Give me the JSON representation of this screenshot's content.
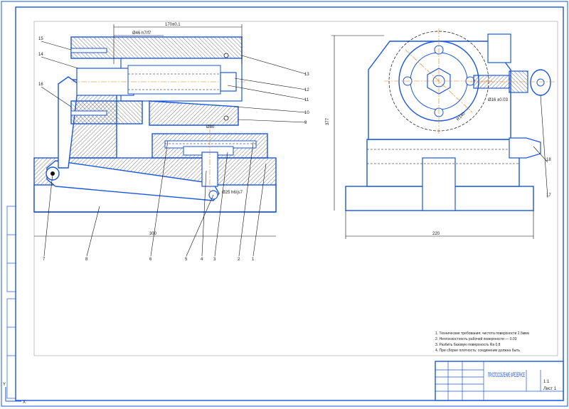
{
  "dimensions": {
    "top_overall": "170±0.1",
    "top_inner": "Ø46 h7/f7",
    "width_220": "220",
    "height_377": "377",
    "length_300": "300",
    "inner_80": "Ø80",
    "pin": "Ø25 h6/js7",
    "fit": "Ø16 ±0.03",
    "r": "R140"
  },
  "part_numbers": {
    "left_top": [
      "15",
      "14",
      "16"
    ],
    "right_side": [
      "13",
      "12",
      "11",
      "10",
      "9"
    ],
    "bottom": [
      "7",
      "8",
      "6",
      "5",
      "4",
      "3",
      "2",
      "1"
    ],
    "side_view": [
      "18",
      "17"
    ]
  },
  "notes": [
    "1. Технические требования: чистота поверхности 2.5мкм",
    "2. Неплоскостность рабочей поверхности — 0.03",
    "3. Разбить базовую поверхность Ra 0,8",
    "4. При сборке плотность: соединение должна быть"
  ],
  "title_block": {
    "name": "ПРИСПОСОБЛЕНИЕ ФРЕЗЕРНОЕ",
    "sheet": "1:1",
    "mass": "Лист 1"
  },
  "axes_marker": {
    "x": "X",
    "y": "Y"
  }
}
